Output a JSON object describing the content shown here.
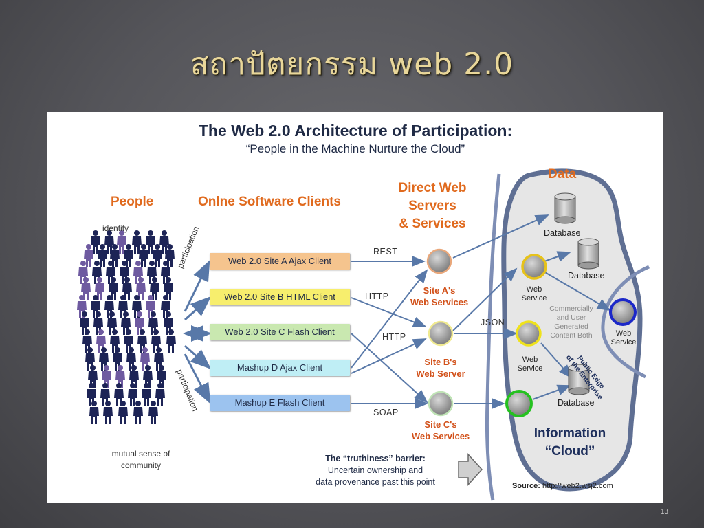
{
  "slide": {
    "title": "สถาปัตยกรรม web 2.0",
    "page_number": "13"
  },
  "figure": {
    "title": "The Web 2.0 Architecture of Participation:",
    "subtitle": "“People in the Machine Nurture the Cloud”",
    "people": {
      "heading": "People",
      "identity": "identity",
      "participation": "participation",
      "community_line1": "mutual sense of",
      "community_line2": "community"
    },
    "clients": {
      "heading": "Onlne Software Clients",
      "items": [
        {
          "label": "Web 2.0 Site A Ajax Client",
          "color": "#f5c48e"
        },
        {
          "label": "Web 2.0 Site B HTML Client",
          "color": "#f7ee6d"
        },
        {
          "label": "Web 2.0 Site C Flash Client",
          "color": "#c9e8b0"
        },
        {
          "label": "Mashup D Ajax Client",
          "color": "#bfeef5"
        },
        {
          "label": "Mashup E Flash Client",
          "color": "#9cc3ef"
        }
      ]
    },
    "protocols": {
      "rest": "REST",
      "http1": "HTTP",
      "http2": "HTTP",
      "soap": "SOAP",
      "json": "JSON"
    },
    "servers": {
      "heading_line1": "Direct Web",
      "heading_line2": "Servers",
      "heading_line3": "& Services",
      "a_line1": "Site A's",
      "a_line2": "Web Services",
      "b_line1": "Site B's",
      "b_line2": "Web Server",
      "c_line1": "Site C's",
      "c_line2": "Web Services"
    },
    "data": {
      "heading": "Data",
      "database": "Database",
      "web_service_line1": "Web",
      "web_service_line2": "Service",
      "ugc_line1": "Commercially",
      "ugc_line2": "and User",
      "ugc_line3": "Generated",
      "ugc_line4": "Content Both",
      "edge_line1": "Public Edge",
      "edge_line2": "of the Enterprise",
      "cloud_line1": "Information",
      "cloud_line2": "“Cloud”"
    },
    "barrier": {
      "line1": "The “truthiness” barrier:",
      "line2": "Uncertain ownership and",
      "line3": "data provenance past this point"
    },
    "source": {
      "label": "Source:",
      "url": "http://web2.wsj2.com"
    },
    "colors": {
      "orange": "#e06a1e",
      "navy": "#1f2a45",
      "arrow": "#5878a8",
      "people": "#1d2456",
      "people_accent": "#6e5aa0",
      "cloud_fill": "#e6e6e6",
      "cloud_stroke": "#5f6f93"
    }
  }
}
